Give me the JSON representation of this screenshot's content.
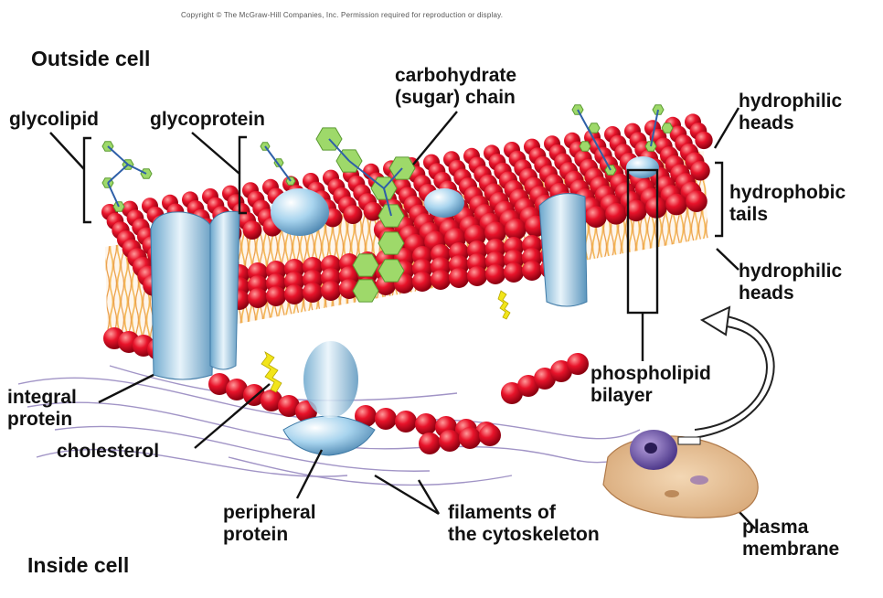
{
  "copyright": "Copyright © The McGraw-Hill Companies, Inc. Permission required for reproduction or display.",
  "regions": {
    "outside": "Outside cell",
    "inside": "Inside cell"
  },
  "labels": {
    "glycolipid": "glycolipid",
    "glycoprotein": "glycoprotein",
    "carbohydrate_line1": "carbohydrate",
    "carbohydrate_line2": "(sugar) chain",
    "hydrophilic_top_line1": "hydrophilic",
    "hydrophilic_top_line2": "heads",
    "hydrophobic_line1": "hydrophobic",
    "hydrophobic_line2": "tails",
    "hydrophilic_bottom_line1": "hydrophilic",
    "hydrophilic_bottom_line2": "heads",
    "phospholipid_line1": "phospholipid",
    "phospholipid_line2": "bilayer",
    "integral_line1": "integral",
    "integral_line2": "protein",
    "cholesterol": "cholesterol",
    "peripheral_line1": "peripheral",
    "peripheral_line2": "protein",
    "filaments_line1": "filaments of",
    "filaments_line2": "the cytoskeleton",
    "plasma_line1": "plasma",
    "plasma_line2": "membrane"
  },
  "colors": {
    "phospholipid_head": "#e8132a",
    "lipid_tail": "#f0a01a",
    "protein": "#8ec6e6",
    "carbohydrate": "#9ed96a",
    "cholesterol": "#f2e51a",
    "cytoskeleton": "#8a7ab8"
  }
}
